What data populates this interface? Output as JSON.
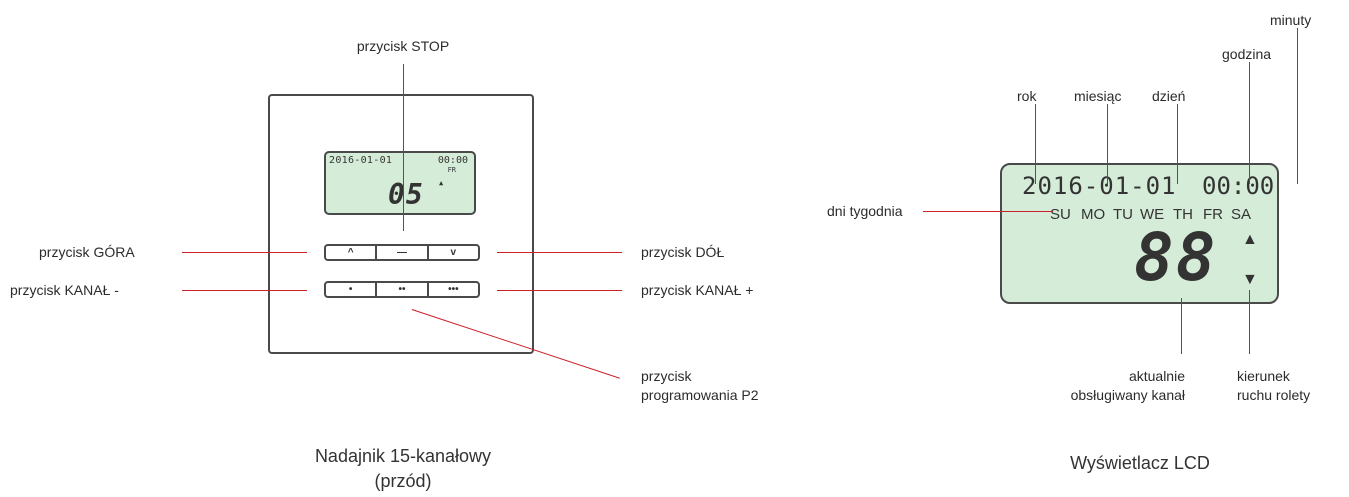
{
  "left": {
    "stop_label": "przycisk STOP",
    "up_label": "przycisk GÓRA",
    "down_label": "przycisk DÓŁ",
    "chminus_label": "przycisk  KANAŁ -",
    "chplus_label": "przycisk  KANAŁ +",
    "prog_label_1": "przycisk",
    "prog_label_2": "programowania P2",
    "lcd_date": "2016-01-01",
    "lcd_time": "00:00",
    "lcd_day": "FR",
    "lcd_channel": "05",
    "lcd_arrow": "▲",
    "buttons_row1": [
      "^",
      "—",
      "v"
    ],
    "buttons_row2": [
      "•",
      "••",
      "•••"
    ],
    "caption_1": "Nadajnik 15-kanałowy",
    "caption_2": "(przód)"
  },
  "right": {
    "rok": "rok",
    "miesiac": "miesiąc",
    "dzien": "dzień",
    "godzina": "godzina",
    "minuty": "minuty",
    "dni_tygodnia": "dni tygodnia",
    "kanal_1": "aktualnie",
    "kanal_2": "obsługiwany kanał",
    "kierunek_1": "kierunek",
    "kierunek_2": "ruchu rolety",
    "lcd_date": "2016-01-01",
    "lcd_time": "00:00",
    "days": [
      "SU",
      "MO",
      "TU",
      "WE",
      "TH",
      "FR",
      "SA"
    ],
    "lcd_channel": "88",
    "arrow_up": "▲",
    "arrow_down": "▼",
    "caption": "Wyświetlacz LCD"
  },
  "colors": {
    "leader": "#c9202a",
    "lcd_bg": "#d5ecd8",
    "outline": "#4a4a4a"
  }
}
